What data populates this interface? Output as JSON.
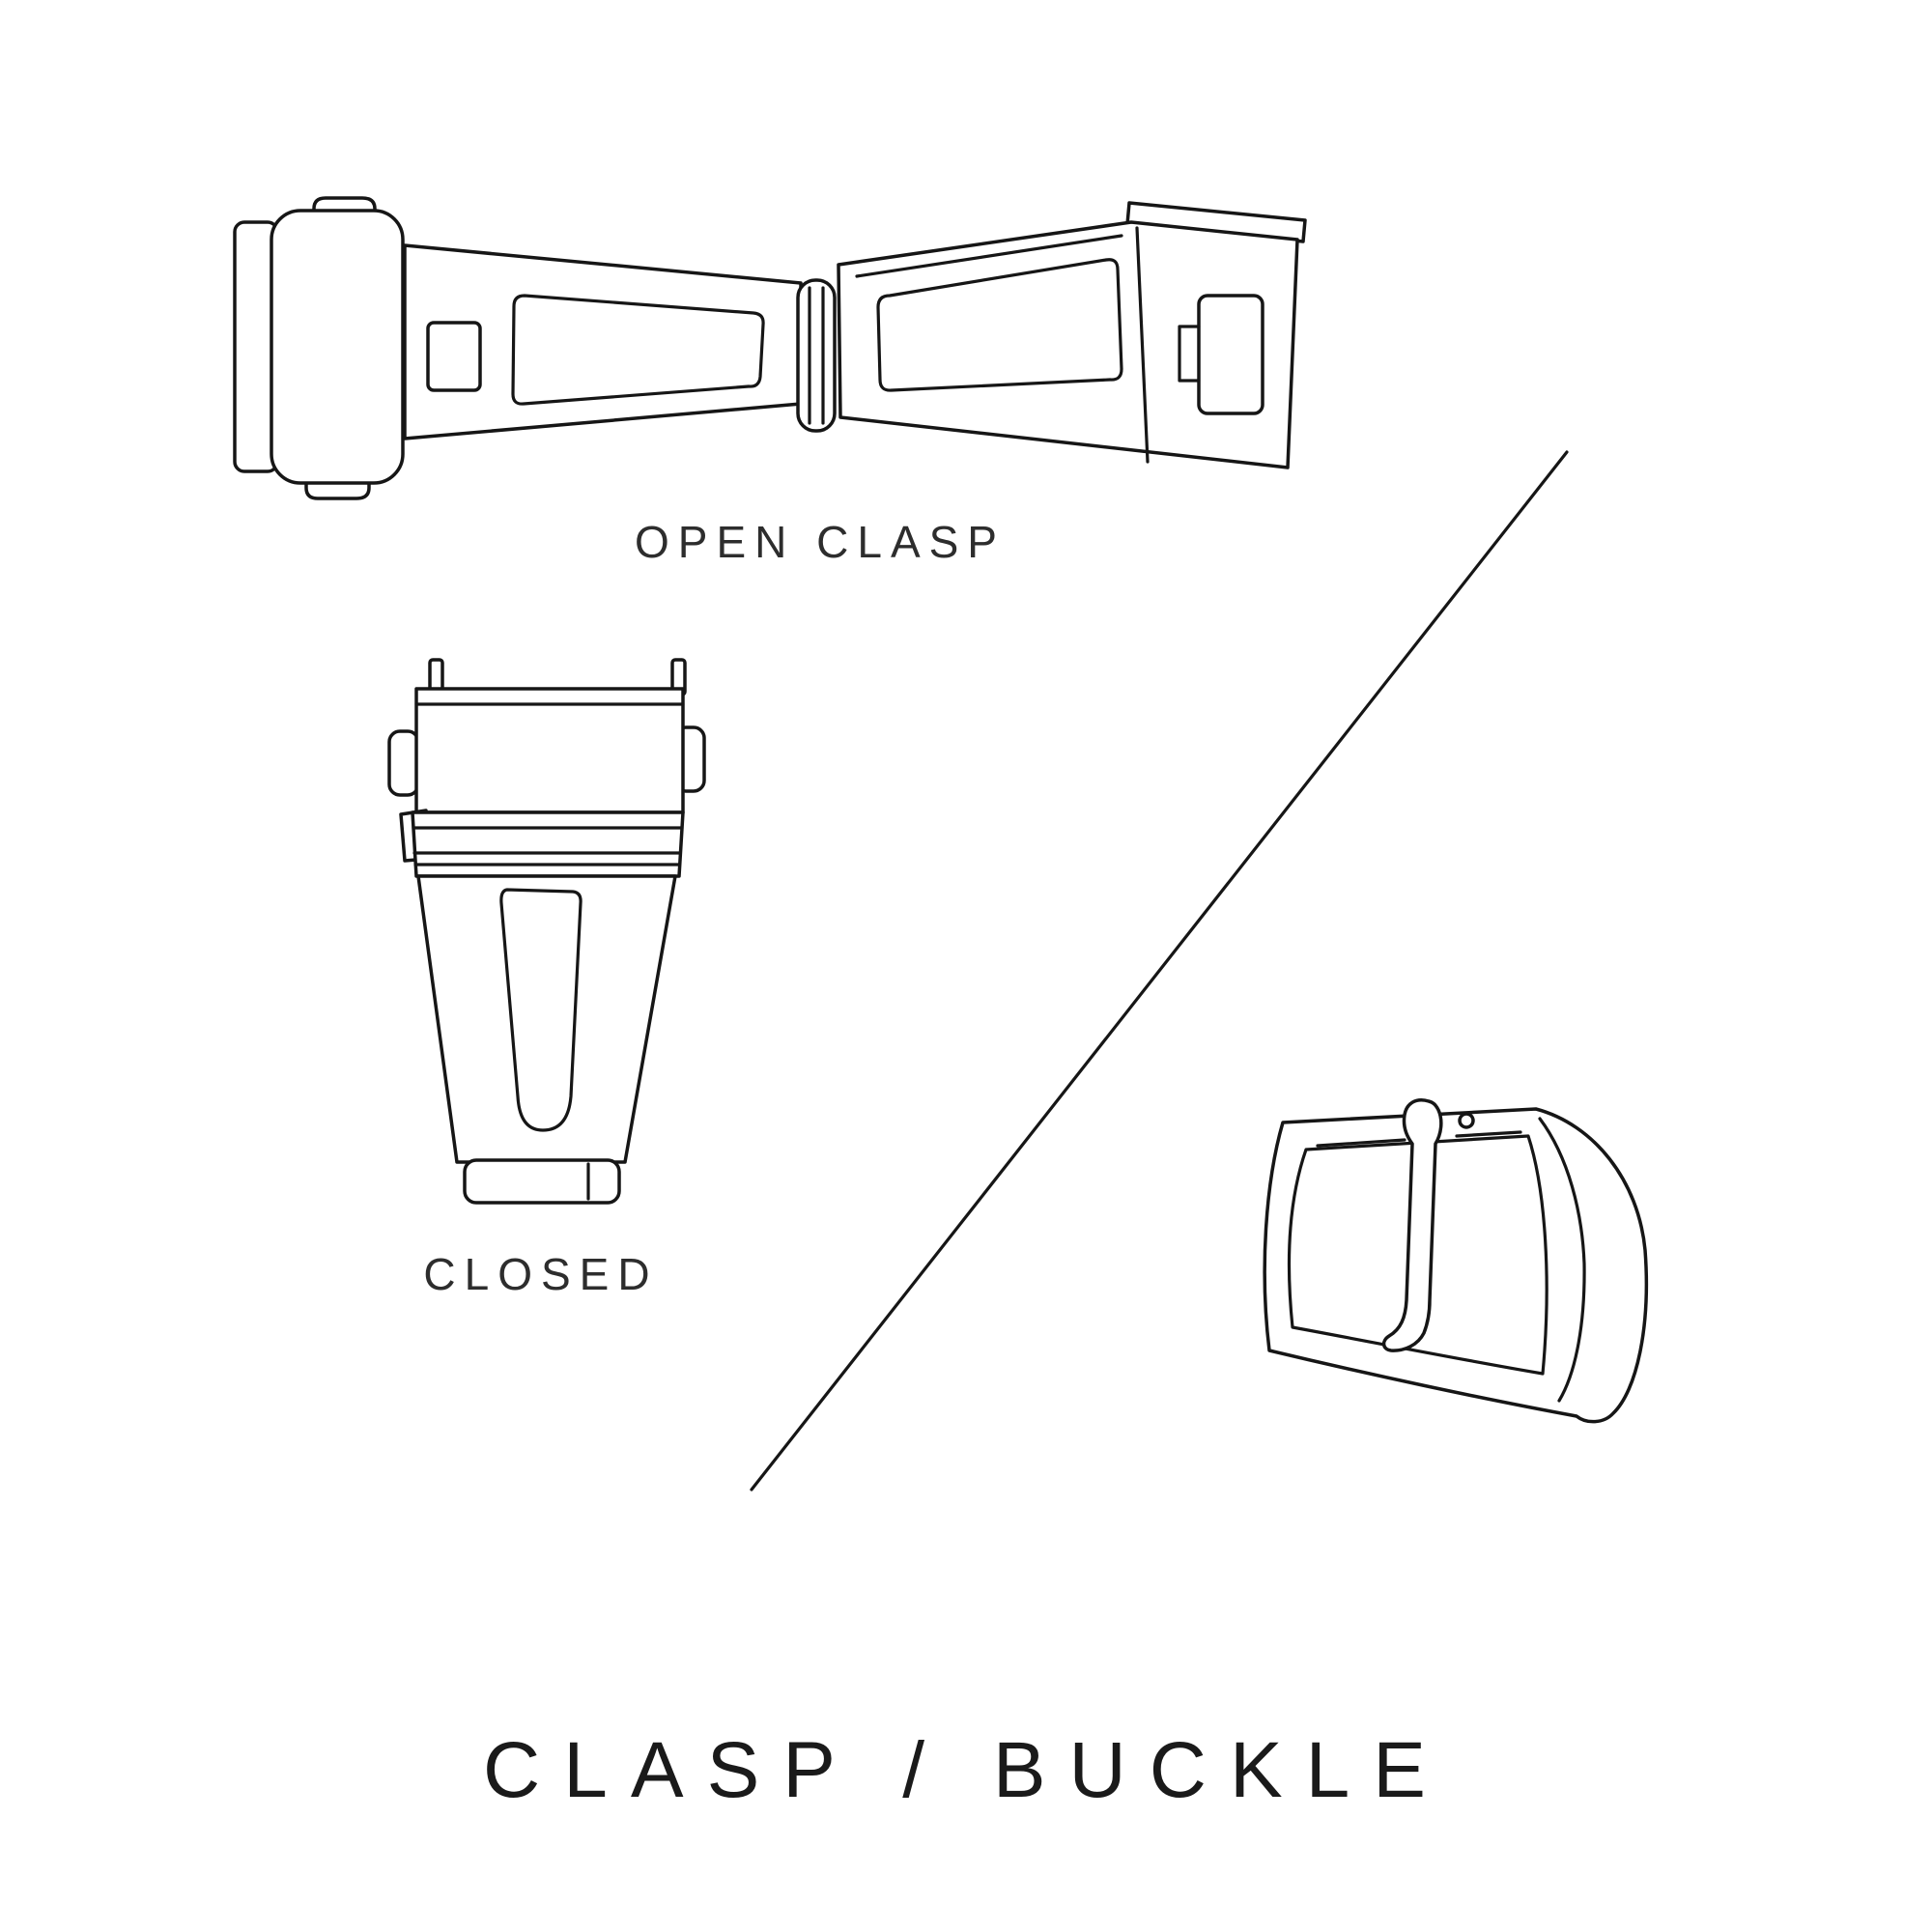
{
  "diagram": {
    "title": "CLASP / BUCKLE",
    "labels": {
      "open_clasp": "OPEN CLASP",
      "closed": "CLOSED"
    },
    "colors": {
      "background": "#ffffff",
      "line": "#161616",
      "text": "#1a1a1a"
    },
    "illustrations": [
      {
        "name": "open-clasp-illustration",
        "caption": "OPEN CLASP"
      },
      {
        "name": "closed-clasp-illustration",
        "caption": "CLOSED"
      },
      {
        "name": "buckle-illustration",
        "caption": ""
      }
    ]
  }
}
